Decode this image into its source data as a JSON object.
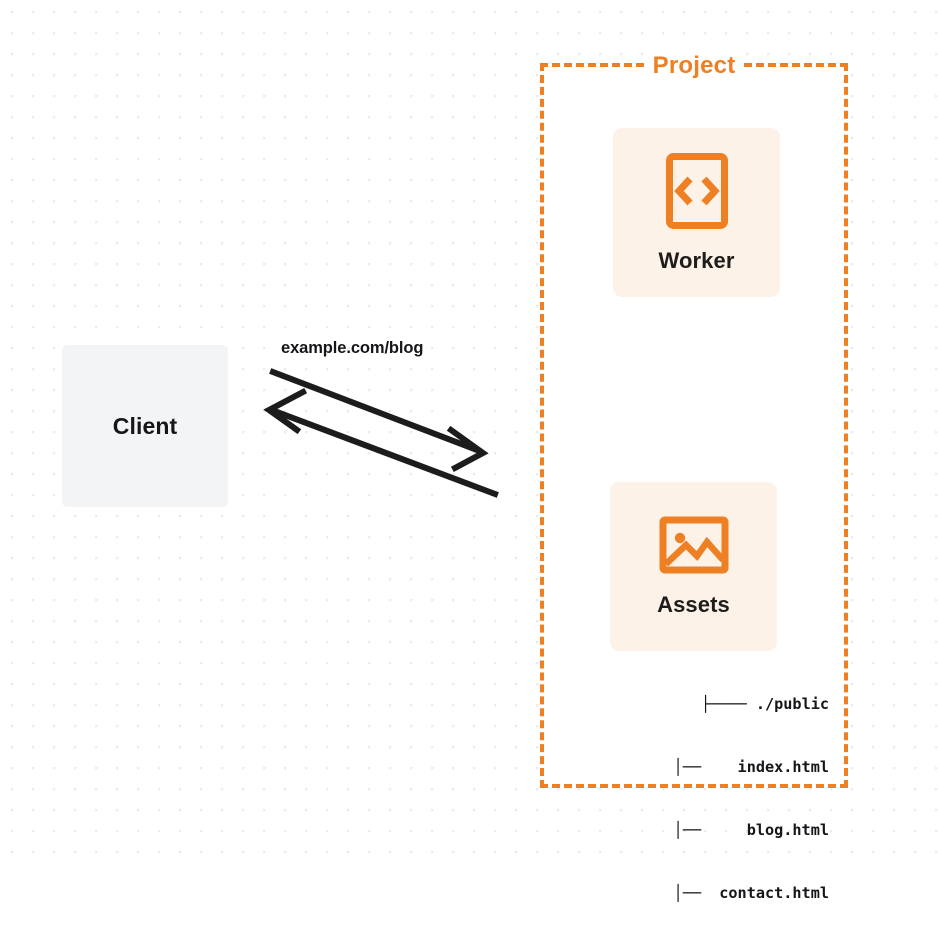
{
  "diagram": {
    "title": "Client to Project Worker and Assets request flow",
    "colors": {
      "accent_orange": "#ef7f23",
      "card_background": "#fdf2e7",
      "client_background": "#f3f4f5",
      "text_dark": "#16161a",
      "grid_dot": "#ebebeb",
      "canvas_background": "#ffffff"
    }
  },
  "client": {
    "label": "Client"
  },
  "connection": {
    "label": "example.com/blog",
    "request_direction": "client-to-project",
    "response_direction": "project-to-client"
  },
  "project": {
    "title": "Project",
    "cards": [
      {
        "id": "worker",
        "label": "Worker",
        "icon": "code-brackets-icon"
      },
      {
        "id": "assets",
        "label": "Assets",
        "icon": "image-picture-icon"
      }
    ],
    "file_tree": [
      "├──── ./public",
      "│──    index.html",
      "│──     blog.html",
      "│──  contact.html"
    ]
  }
}
